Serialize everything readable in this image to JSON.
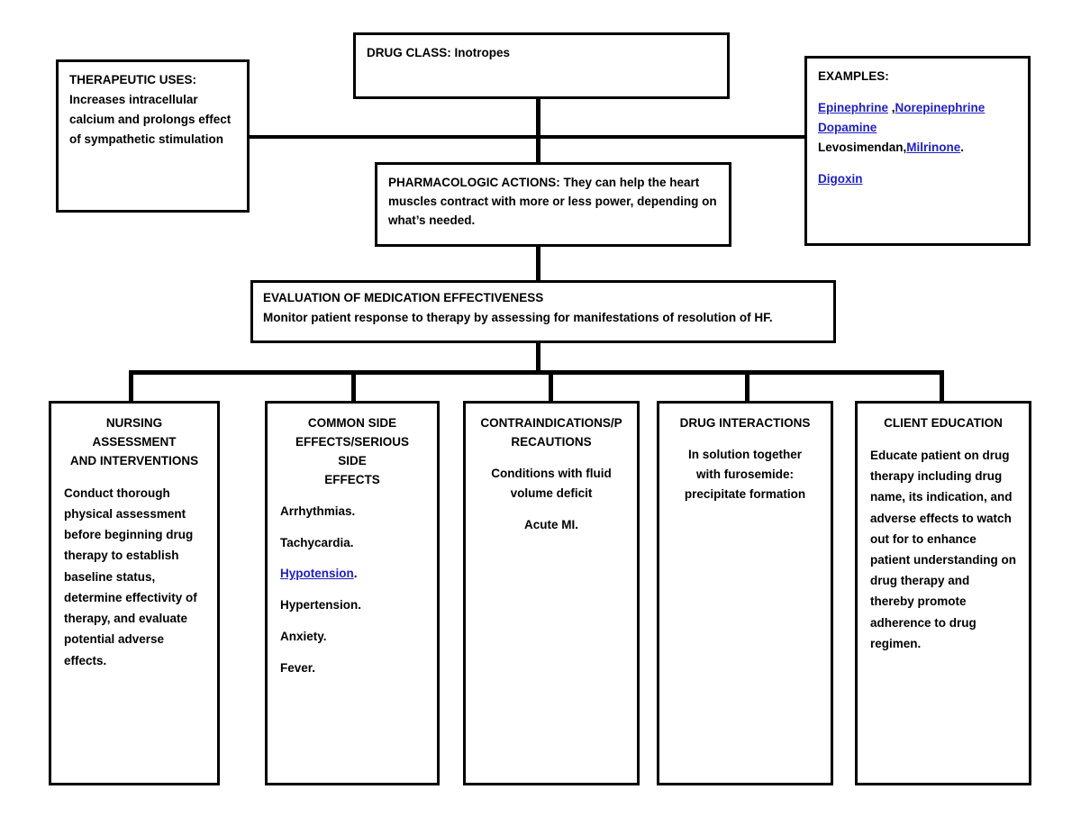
{
  "diagram": {
    "title": "Inotropes Drug Concept Map",
    "link_color": "#1f1fbf",
    "line_color": "#000000",
    "background": "#ffffff"
  },
  "drug_class": {
    "text": "DRUG CLASS:  Inotropes"
  },
  "therapeutic_uses": {
    "heading": "THERAPEUTIC USES:",
    "line1": "Increases intracellular",
    "line2": "calcium and prolongs effect",
    "line3": "of sympathetic stimulation"
  },
  "examples": {
    "heading": "EXAMPLES:",
    "link1": "Epinephrine",
    "sep1": " ,",
    "link2": "Norepinephrine",
    "sep2": " ",
    "link3": "Dopamine",
    "plain1": "Levosimendan,",
    "link4": "Milrinone",
    "plain2": ".",
    "link5": "Digoxin"
  },
  "pharmacologic_actions": {
    "text": " PHARMACOLOGIC ACTIONS: They can help the heart muscles contract with more or less power, depending on what’s needed."
  },
  "evaluation": {
    "heading": "EVALUATION OF MEDICATION EFFECTIVENESS",
    "body": "Monitor patient response to therapy by assessing for manifestations of resolution of HF."
  },
  "nursing": {
    "title_line1": "NURSING ASSESSMENT",
    "title_line2": "AND INTERVENTIONS",
    "body": "Conduct thorough physical assessment before beginning drug therapy to establish baseline status, determine effectivity of therapy, and evaluate potential adverse effects."
  },
  "side_effects": {
    "title_line1": "COMMON SIDE",
    "title_line2": "EFFECTS/SERIOUS SIDE",
    "title_line3": "EFFECTS",
    "item1": "Arrhythmias.",
    "item2": "Tachycardia.",
    "item3_link": "Hypotension",
    "item3_suffix": ".",
    "item4": "Hypertension.",
    "item5": "Anxiety.",
    "item6": "Fever."
  },
  "contraindications": {
    "title_line1": "CONTRAINDICATIONS/P",
    "title_line2": "RECAUTIONS",
    "body_line1": "Conditions with fluid",
    "body_line2": "volume deficit",
    "body_line3": "Acute MI."
  },
  "interactions": {
    "title": "DRUG INTERACTIONS",
    "body_line1": "In solution together",
    "body_line2": "with furosemide:",
    "body_line3": "precipitate formation"
  },
  "client_education": {
    "title": "CLIENT EDUCATION",
    "body": "Educate patient on drug therapy including drug name, its indication, and adverse effects to watch out for to enhance patient understanding on drug therapy and thereby promote adherence to drug regimen."
  }
}
